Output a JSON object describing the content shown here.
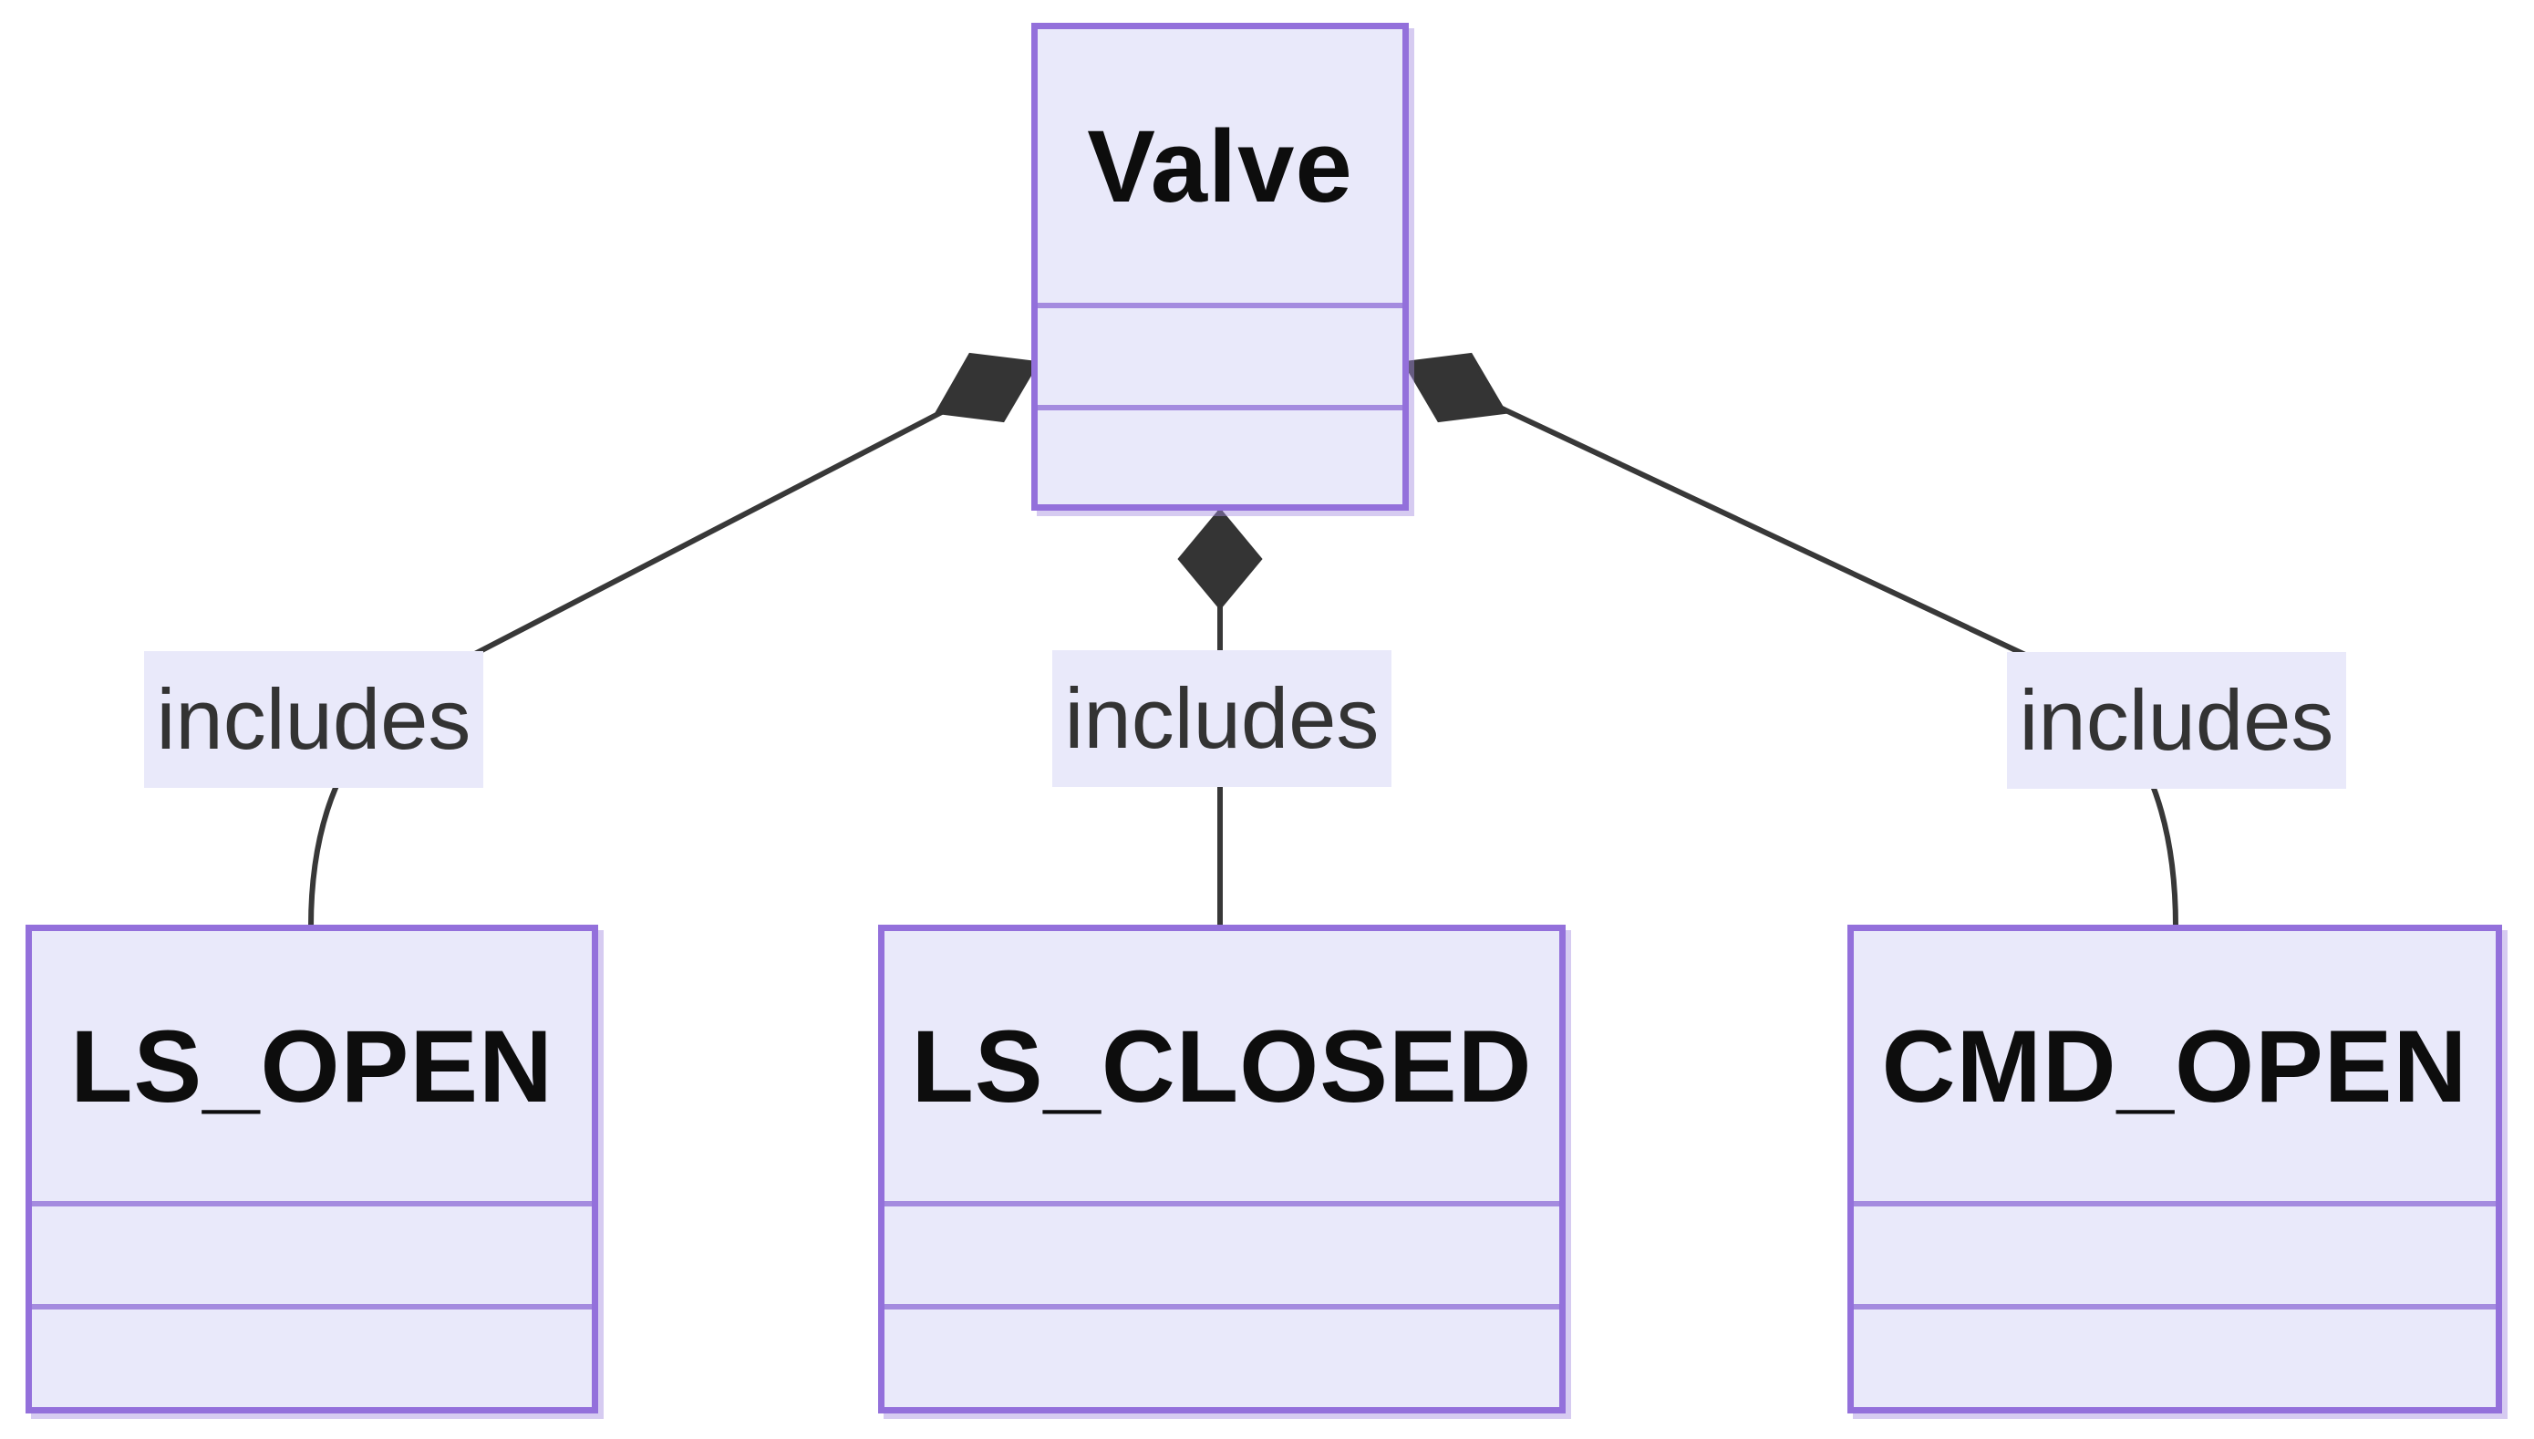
{
  "diagram": {
    "kind": "uml-class-diagram",
    "parent_class": {
      "name": "Valve",
      "attributes": [],
      "methods": []
    },
    "child_classes": [
      {
        "name": "LS_OPEN",
        "attributes": [],
        "methods": []
      },
      {
        "name": "LS_CLOSED",
        "attributes": [],
        "methods": []
      },
      {
        "name": "CMD_OPEN",
        "attributes": [],
        "methods": []
      }
    ],
    "relationships": [
      {
        "from": "Valve",
        "to": "LS_OPEN",
        "type": "composition",
        "label": "includes"
      },
      {
        "from": "Valve",
        "to": "LS_CLOSED",
        "type": "composition",
        "label": "includes"
      },
      {
        "from": "Valve",
        "to": "CMD_OPEN",
        "type": "composition",
        "label": "includes"
      }
    ],
    "colors": {
      "node_fill": "#e9e9fa",
      "node_border": "#9370db",
      "compartment_divider": "#a48bdf",
      "edge_line": "#383838",
      "diamond_fill": "#343434",
      "edge_label_background": "#e9e9fa",
      "class_name_text": "#0d0d0d",
      "edge_label_text": "#333333",
      "background": "#ffffff"
    }
  }
}
